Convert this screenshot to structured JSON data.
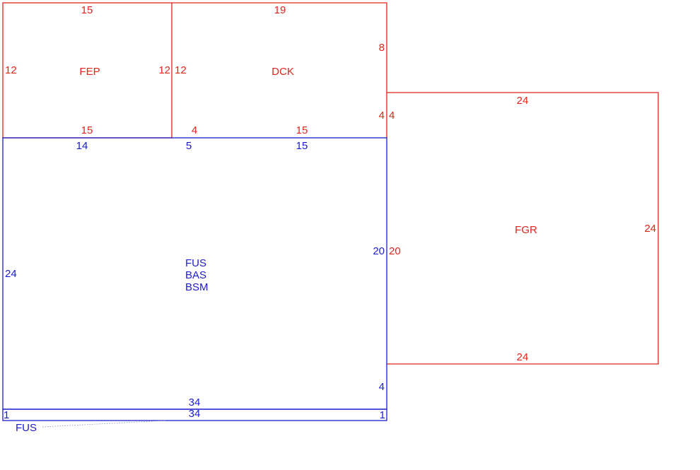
{
  "colors": {
    "exterior": "#e0241b",
    "living": "#1b1bd0",
    "leader": "#9aa0c8"
  },
  "areas": {
    "fep": {
      "code": "FEP",
      "dims": {
        "top": "15",
        "left": "12",
        "right": "12",
        "bottom": "15"
      }
    },
    "dck": {
      "code": "DCK",
      "dims": {
        "top": "19",
        "left": "12",
        "right_upper": "8",
        "right_lower": "4",
        "bottom_left": "4",
        "bottom_right": "15"
      }
    },
    "fgr": {
      "code": "FGR",
      "dims": {
        "top": "24",
        "left_lower": "20",
        "left_upper": "4",
        "right": "24",
        "bottom": "24"
      }
    },
    "main": {
      "codes": [
        "FUS",
        "BAS",
        "BSM"
      ],
      "dims": {
        "top_left": "14",
        "top_mid": "5",
        "top_right": "15",
        "left": "24",
        "right_upper": "20",
        "right_lower": "4",
        "bottom": "34"
      }
    },
    "strip": {
      "code": "FUS",
      "dims": {
        "top": "34",
        "left": "1",
        "right": "1"
      }
    }
  }
}
